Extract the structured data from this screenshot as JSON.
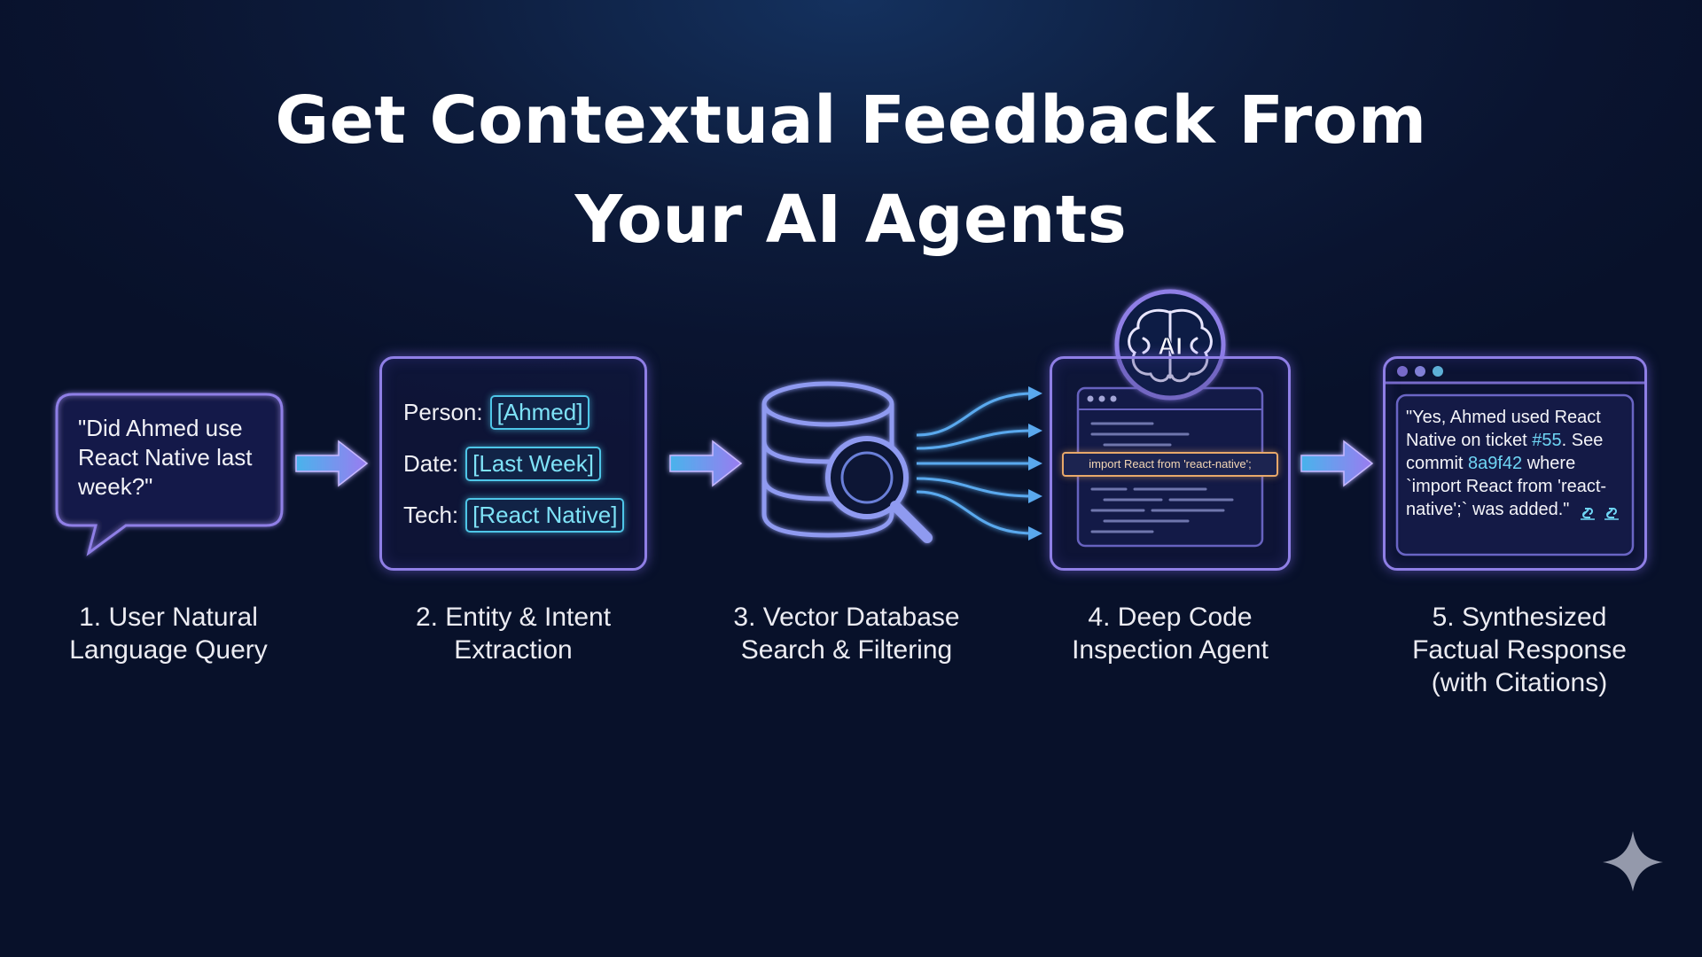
{
  "title": {
    "line1": "Get Contextual Feedback From",
    "line2": "Your AI Agents"
  },
  "steps": [
    {
      "label_line1": "1. User Natural",
      "label_line2": "Language Query",
      "label_line3": ""
    },
    {
      "label_line1": "2. Entity & Intent",
      "label_line2": "Extraction",
      "label_line3": ""
    },
    {
      "label_line1": "3. Vector Database",
      "label_line2": "Search & Filtering",
      "label_line3": ""
    },
    {
      "label_line1": "4. Deep Code",
      "label_line2": "Inspection Agent",
      "label_line3": ""
    },
    {
      "label_line1": "5. Synthesized",
      "label_line2": "Factual Response",
      "label_line3": "(with Citations)"
    }
  ],
  "query": {
    "text": "\"Did Ahmed use React Native last week?\""
  },
  "entities": [
    {
      "key": "Person:",
      "value": "[Ahmed]"
    },
    {
      "key": "Date:",
      "value": "[Last Week]"
    },
    {
      "key": "Tech:",
      "value": "[React Native]"
    }
  ],
  "agent": {
    "badge": "AI",
    "code_line": "import React from 'react-native';"
  },
  "response": {
    "part1": "\"Yes, Ahmed used React Native on ticket ",
    "ticket": "#55",
    "part2": ". See commit ",
    "commit": "8a9f42",
    "part3": " where `import React from 'react-native';` was added.\""
  },
  "icons": {
    "arrow": "right-arrow-icon",
    "database": "database-icon",
    "magnifier": "magnifier-icon",
    "brain": "brain-ai-icon",
    "link": "link-icon",
    "sparkle": "sparkle-icon"
  },
  "colors": {
    "background": "#0a1430",
    "card_border": "#8f7fe6",
    "highlight": "#4ec6e8",
    "code_highlight": "#e8a86a"
  }
}
